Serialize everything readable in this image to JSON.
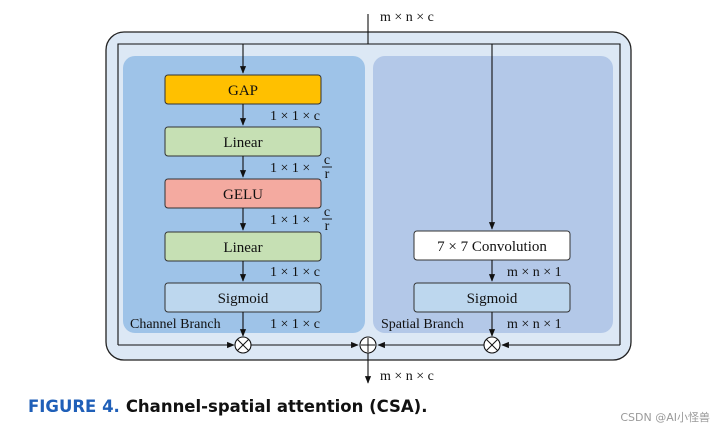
{
  "diagram": {
    "input_dim": "m × n × c",
    "output_dim": "m × n × c",
    "channel_branch": {
      "label": "Channel Branch",
      "nodes": {
        "gap": "GAP",
        "linear1": "Linear",
        "gelu": "GELU",
        "linear2": "Linear",
        "sigmoid": "Sigmoid"
      },
      "dims": {
        "after_gap": "1 × 1 × c",
        "after_linear1_prefix": "1 × 1 ×",
        "after_gelu_prefix": "1 × 1 ×",
        "frac_num": "c",
        "frac_den": "r",
        "after_linear2": "1 × 1 × c",
        "after_sigmoid": "1 × 1 × c"
      }
    },
    "spatial_branch": {
      "label": "Spatial Branch",
      "nodes": {
        "conv": "7 × 7 Convolution",
        "sigmoid": "Sigmoid"
      },
      "dims": {
        "after_conv": "m × n × 1",
        "after_sigmoid": "m × n × 1"
      }
    },
    "ops": {
      "multiply": "⊗",
      "add": "⊕"
    },
    "colors": {
      "outer_fill": "#dce8f5",
      "outer_stroke": "#222222",
      "channel_panel": "#9ec3e8",
      "spatial_panel": "#b3c8e8",
      "gap": "#ffc000",
      "linear": "#c6e0b4",
      "gelu": "#f4aaa0",
      "sigmoid": "#bdd7ee",
      "conv": "#ffffff"
    }
  },
  "caption": {
    "figure_label": "FIGURE 4.",
    "text": "Channel-spatial attention (CSA)."
  },
  "watermark": "CSDN @AI小怪兽"
}
